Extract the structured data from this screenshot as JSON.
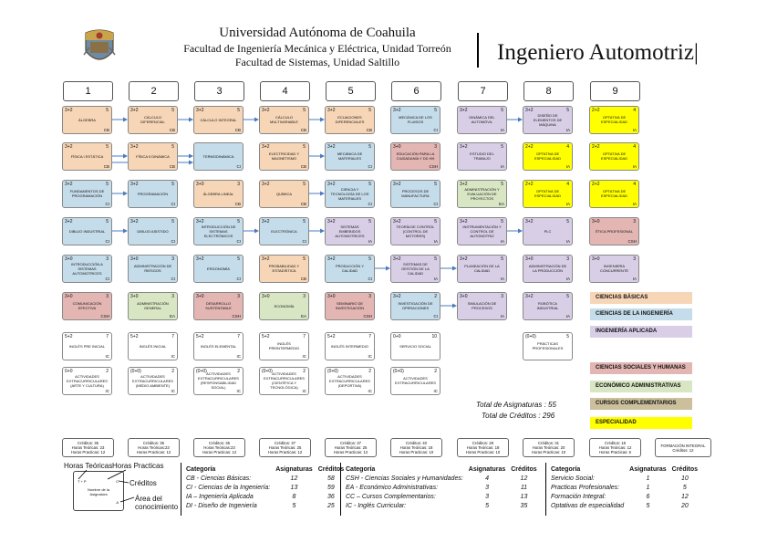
{
  "header": {
    "university": "Universidad Autónoma de Coahuila",
    "faculty_torreon": "Facultad de Ingeniería Mecánica y Eléctrica, Unidad Torreón",
    "faculty_saltillo": "Facultad de Sistemas, Unidad Saltillo",
    "career": "Ingeniero Automotriz|"
  },
  "semesters": [
    "1",
    "2",
    "3",
    "4",
    "5",
    "6",
    "7",
    "8",
    "9"
  ],
  "courses": [
    {
      "hrs": "3+2",
      "cr": "5",
      "name": "ÁLGEBRA",
      "area": "CB",
      "cat": "CB"
    },
    {
      "hrs": "3+2",
      "cr": "5",
      "name": "CÁLCULO DIFERENCIAL",
      "area": "CB",
      "cat": "CB"
    },
    {
      "hrs": "3+2",
      "cr": "5",
      "name": "CÁLCULO INTEGRAL",
      "area": "CB",
      "cat": "CB"
    },
    {
      "hrs": "3+2",
      "cr": "5",
      "name": "CÁLCULO MULTIVARIABLE",
      "area": "CB",
      "cat": "CB"
    },
    {
      "hrs": "3+2",
      "cr": "5",
      "name": "ECUACIONES DIFERENCIALES",
      "area": "CB",
      "cat": "CB"
    },
    {
      "hrs": "3+2",
      "cr": "5",
      "name": "MECÁNICA DE LOS FLUIDOS",
      "area": "CI",
      "cat": "CI"
    },
    {
      "hrs": "3+2",
      "cr": "5",
      "name": "DINÁMICA DEL AUTOMÓVIL",
      "area": "IA",
      "cat": "IA"
    },
    {
      "hrs": "3+2",
      "cr": "5",
      "name": "DISEÑO DE ELEMENTOS DE MÁQUINA",
      "area": "IA",
      "cat": "IA"
    },
    {
      "hrs": "2+2",
      "cr": "4",
      "name": "OPTATIVA DE ESPECIALIDAD",
      "area": "IA",
      "cat": "ESP"
    },
    {
      "hrs": "3+2",
      "cr": "5",
      "name": "FÍSICA I ESTÁTICA",
      "area": "CB",
      "cat": "CB"
    },
    {
      "hrs": "3+2",
      "cr": "5",
      "name": "FÍSICA II DINÁMICA",
      "area": "CB",
      "cat": "CB"
    },
    {
      "hrs": "",
      "cr": "",
      "name": "TERMODINÁMICA",
      "area": "CI",
      "cat": "CI"
    },
    {
      "hrs": "3+2",
      "cr": "5",
      "name": "ELECTRICIDAD Y MAGNETISMO",
      "area": "CB",
      "cat": "CB"
    },
    {
      "hrs": "3+2",
      "cr": "5",
      "name": "MECÁNICA DE MATERIALES",
      "area": "CI",
      "cat": "CI"
    },
    {
      "hrs": "3+0",
      "cr": "3",
      "name": "EDUCACIÓN PARA LA CIUDADANÍA Y DD HH",
      "area": "CSH",
      "cat": "CSH"
    },
    {
      "hrs": "3+2",
      "cr": "5",
      "name": "ESTUDIO DEL TRABAJO",
      "area": "IA",
      "cat": "IA"
    },
    {
      "hrs": "2+2",
      "cr": "4",
      "name": "OPTATIVA DE ESPECIALIDAD",
      "area": "IA",
      "cat": "ESP"
    },
    {
      "hrs": "2+2",
      "cr": "4",
      "name": "OPTATIVA DE ESPECIALIDAD",
      "area": "IA",
      "cat": "ESP"
    },
    {
      "hrs": "3+2",
      "cr": "5",
      "name": "FUNDAMENTOS DE PROGRAMACIÓN",
      "area": "CI",
      "cat": "CI"
    },
    {
      "hrs": "3+2",
      "cr": "5",
      "name": "PROGRAMACIÓN",
      "area": "CI",
      "cat": "CI"
    },
    {
      "hrs": "3+0",
      "cr": "3",
      "name": "ÁLGEBRA LINEAL",
      "area": "CB",
      "cat": "CB"
    },
    {
      "hrs": "3+2",
      "cr": "5",
      "name": "QUÍMICA",
      "area": "CB",
      "cat": "CB"
    },
    {
      "hrs": "3+2",
      "cr": "5",
      "name": "CIENCIA Y TECNOLOGÍA DE LOS MATERIALES",
      "area": "CI",
      "cat": "CI"
    },
    {
      "hrs": "3+2",
      "cr": "5",
      "name": "PROCESOS DE MANUFACTURA",
      "area": "CI",
      "cat": "CI"
    },
    {
      "hrs": "3+2",
      "cr": "5",
      "name": "ADMINISTRACIÓN Y EVALUACIÓN DE PROYECTOS",
      "area": "EA",
      "cat": "EA"
    },
    {
      "hrs": "2+2",
      "cr": "4",
      "name": "OPTATIVA DE ESPECIALIDAD",
      "area": "IA",
      "cat": "ESP"
    },
    {
      "hrs": "2+2",
      "cr": "4",
      "name": "OPTATIVA DE ESPECIALIDAD",
      "area": "IA",
      "cat": "ESP"
    },
    {
      "hrs": "3+2",
      "cr": "5",
      "name": "DIBUJO INDUSTRIAL",
      "area": "CI",
      "cat": "CI"
    },
    {
      "hrs": "3+2",
      "cr": "5",
      "name": "DIBUJO ASISTIDO",
      "area": "CI",
      "cat": "CI"
    },
    {
      "hrs": "3+2",
      "cr": "5",
      "name": "INTRODUCCIÓN DE SISTEMAS ELECTRÓNICOS",
      "area": "CI",
      "cat": "CI"
    },
    {
      "hrs": "3+2",
      "cr": "5",
      "name": "ELECTRÓNICA",
      "area": "CI",
      "cat": "CI"
    },
    {
      "hrs": "3+2",
      "cr": "5",
      "name": "SISTEMAS EMBEBIDOS AUTOMOTRICES",
      "area": "IA",
      "cat": "IA"
    },
    {
      "hrs": "3+2",
      "cr": "5",
      "name": "TEORÍA DE CONTROL (CONTROL DE MOTORES)",
      "area": "IA",
      "cat": "IA"
    },
    {
      "hrs": "3+2",
      "cr": "5",
      "name": "INSTRUMENTACIÓN Y CONTROL DE AUTOMOTRIZ",
      "area": "IA",
      "cat": "IA"
    },
    {
      "hrs": "3+2",
      "cr": "5",
      "name": "PLC",
      "area": "IA",
      "cat": "IA"
    },
    {
      "hrs": "3+0",
      "cr": "3",
      "name": "ÉTICA PROFESIONAL",
      "area": "CSH",
      "cat": "CSH"
    },
    {
      "hrs": "3+0",
      "cr": "3",
      "name": "INTRODUCCIÓN A SISTEMAS AUTOMOTRICES",
      "area": "CI",
      "cat": "CI"
    },
    {
      "hrs": "3+0",
      "cr": "3",
      "name": "ADMINISTRACIÓN DE RIESGOS",
      "area": "CI",
      "cat": "CI"
    },
    {
      "hrs": "3+2",
      "cr": "5",
      "name": "ERGONOMÍA",
      "area": "CI",
      "cat": "CI"
    },
    {
      "hrs": "3+2",
      "cr": "5",
      "name": "PROBABILIDAD Y ESTADÍSTICA",
      "area": "CB",
      "cat": "CB"
    },
    {
      "hrs": "3+2",
      "cr": "5",
      "name": "PRODUCCIÓN Y CALIDAD",
      "area": "CI",
      "cat": "CI"
    },
    {
      "hrs": "3+2",
      "cr": "5",
      "name": "SISTEMAS DE GESTIÓN DE LA CALIDAD",
      "area": "IA",
      "cat": "IA"
    },
    {
      "hrs": "3+2",
      "cr": "5",
      "name": "PLANEACIÓN DE LA CALIDAD",
      "area": "IA",
      "cat": "IA"
    },
    {
      "hrs": "3+0",
      "cr": "3",
      "name": "ADMINISTRACIÓN DE LA PRODUCCIÓN",
      "area": "IA",
      "cat": "IA"
    },
    {
      "hrs": "3+0",
      "cr": "3",
      "name": "INGENIERÍA CONCURRENTE",
      "area": "IA",
      "cat": "IA"
    },
    {
      "hrs": "3+0",
      "cr": "3",
      "name": "COMUNICACIÓN EFECTIVA",
      "area": "CSH",
      "cat": "CSH"
    },
    {
      "hrs": "3+0",
      "cr": "3",
      "name": "ADMINISTRACIÓN GENERAL",
      "area": "EA",
      "cat": "EA"
    },
    {
      "hrs": "3+0",
      "cr": "3",
      "name": "DESARROLLO SUSTENTABLE",
      "area": "CSH",
      "cat": "CSH"
    },
    {
      "hrs": "3+0",
      "cr": "3",
      "name": "ECONOMÍA",
      "area": "EA",
      "cat": "EA"
    },
    {
      "hrs": "3+0",
      "cr": "3",
      "name": "SEMINARIO DE INVESTIGACIÓN",
      "area": "CSH",
      "cat": "CSH"
    },
    {
      "hrs": "3+2",
      "cr": "2",
      "name": "INVESTIGACIÓN DE OPERACIONES",
      "area": "CI",
      "cat": "CI"
    },
    {
      "hrs": "3+0",
      "cr": "3",
      "name": "SIMULACIÓN DE PROCESOS",
      "area": "IA",
      "cat": "IA"
    },
    {
      "hrs": "3+2",
      "cr": "5",
      "name": "ROBÓTICA INDUSTRIAL",
      "area": "IA",
      "cat": "IA"
    },
    {
      "hrs": "5+2",
      "cr": "7",
      "name": "INGLÉS PRE INICIAL",
      "area": "IC",
      "cat": "IC"
    },
    {
      "hrs": "5+2",
      "cr": "7",
      "name": "INGLÉS INICIAL",
      "area": "IC",
      "cat": "IC"
    },
    {
      "hrs": "5+2",
      "cr": "7",
      "name": "INGLÉS ELEMENTAL",
      "area": "IC",
      "cat": "IC"
    },
    {
      "hrs": "5+2",
      "cr": "7",
      "name": "INGLÉS PREINTERMEDIO",
      "area": "IC",
      "cat": "IC"
    },
    {
      "hrs": "5+2",
      "cr": "7",
      "name": "INGLÉS INTERMEDIO",
      "area": "IC",
      "cat": "IC"
    },
    {
      "hrs": "0+0",
      "cr": "10",
      "name": "SERVICIO SOCIAL",
      "area": "",
      "cat": "IC"
    },
    {
      "hrs": "(0+0)",
      "cr": "5",
      "name": "PRÁCTICAS PROFESIONALES",
      "area": "",
      "cat": "IC"
    },
    {
      "hrs": "0+0",
      "cr": "2",
      "name": "ACTIVIDADES EXTRACURRICULARES (ARTE Y CULTURA)",
      "area": "IC",
      "cat": "IC"
    },
    {
      "hrs": "(0+0)",
      "cr": "2",
      "name": "ACTIVIDADES EXTRACURRICULARES (MEDIO AMBIENTE)",
      "area": "IC",
      "cat": "IC"
    },
    {
      "hrs": "(0+0)",
      "cr": "2",
      "name": "ACTIVIDADES EXTRACURRICULARES (RESPONSABILIDAD SOCIAL)",
      "area": "IC",
      "cat": "IC"
    },
    {
      "hrs": "(0+0)",
      "cr": "2",
      "name": "ACTIVIDADES EXTRACURRICULARES (CIENTÍFICA Y TECNOLÓGICA)",
      "area": "IC",
      "cat": "IC"
    },
    {
      "hrs": "(0+0)",
      "cr": "2",
      "name": "ACTIVIDADES EXTRACURRICULARES (DEPORTIVA)",
      "area": "IC",
      "cat": "IC"
    },
    {
      "hrs": "(0+0)",
      "cr": "2",
      "name": "ACTIVIDADES EXTRACURRICULARES",
      "area": "IC",
      "cat": "IC"
    }
  ],
  "legend": [
    {
      "label": "CIENCIAS BÁSICAS",
      "color": "#f6d6b7"
    },
    {
      "label": "CIENCIAS DE LA INGENIERÍA",
      "color": "#c5dcea"
    },
    {
      "label": "INGENIERÍA APLICADA",
      "color": "#d8cfe6"
    },
    {
      "label": "CIENCIAS SOCIALES Y HUMANAS",
      "color": "#e3b6b4"
    },
    {
      "label": "ECONÓMICO ADMINISTRATIVAS",
      "color": "#d9e6c3"
    },
    {
      "label": "CURSOS COMPLEMENTARIOS",
      "color": "#cbbf9c"
    },
    {
      "label": "ESPECIALIDAD",
      "color": "#ffff00"
    }
  ],
  "totals": {
    "asignaturas": "Total de Asignaturas :  55",
    "creditos": "Total de Créditos :  296"
  },
  "semester_credits": [
    [
      "Créditos: 35",
      "Horas Teóricas: 23",
      "Horas Practicas: 12"
    ],
    [
      "Créditos: 35",
      "Horas Teóricas:23",
      "Horas Practicas: 12"
    ],
    [
      "Créditos: 35",
      "Horas Teóricas:23",
      "Horas Practicas: 12"
    ],
    [
      "Créditos: 37",
      "Horas Teóricas: 25",
      "Horas Practicas: 12"
    ],
    [
      "Créditos: 37",
      "Horas Teóricas: 25",
      "Horas Practicas: 12"
    ],
    [
      "Créditos: 40",
      "Horas Teóricas: 18",
      "Horas Practicas: 10"
    ],
    [
      "Créditos: 28",
      "Horas Teóricas: 18",
      "Horas Practicas: 10"
    ],
    [
      "Créditos: 31",
      "Horas Teóricas: 20",
      "Horas Practicas: 10"
    ],
    [
      "Créditos: 18",
      "Horas Teóricas: 12",
      "Horas Practicas: 6"
    ],
    [
      "FORMACIÓN INTEGRAL",
      "Créditos: 12",
      ""
    ]
  ],
  "key": {
    "horas_teoricas": "Horas Teóricas",
    "horas_practicas": "Horas Practicas",
    "creditos": "Créditos",
    "area": "Área del conocimiento",
    "box_hrs": "T + P",
    "box_cr": "C",
    "box_name": "Nombre de la Asignatura",
    "box_area": "A"
  },
  "summary": {
    "headers": [
      "Categoría",
      "Asignaturas",
      "Créditos"
    ],
    "col1": [
      [
        "CB - Ciencias Básicas:",
        "12",
        "58"
      ],
      [
        "CI - Ciencias de la Ingeniería:",
        "13",
        "59"
      ],
      [
        "IA – Ingeniería Aplicada",
        "8",
        "36"
      ],
      [
        "DI - Diseño de Ingeniería",
        "5",
        "25"
      ]
    ],
    "col2": [
      [
        "CSH - Ciencias Sociales y Humanidades:",
        "4",
        "12"
      ],
      [
        "EA - Económico Administrativas:",
        "3",
        "11"
      ],
      [
        "CC – Cursos Complementarios:",
        "3",
        "13"
      ],
      [
        "IC - Inglés Curricular:",
        "5",
        "35"
      ]
    ],
    "col3": [
      [
        "Servicio Social:",
        "1",
        "10"
      ],
      [
        "Practicas Profesionales:",
        "1",
        "5"
      ],
      [
        "Formación Integral:",
        "6",
        "12"
      ],
      [
        "Optativas de especialidad",
        "5",
        "20"
      ]
    ]
  }
}
